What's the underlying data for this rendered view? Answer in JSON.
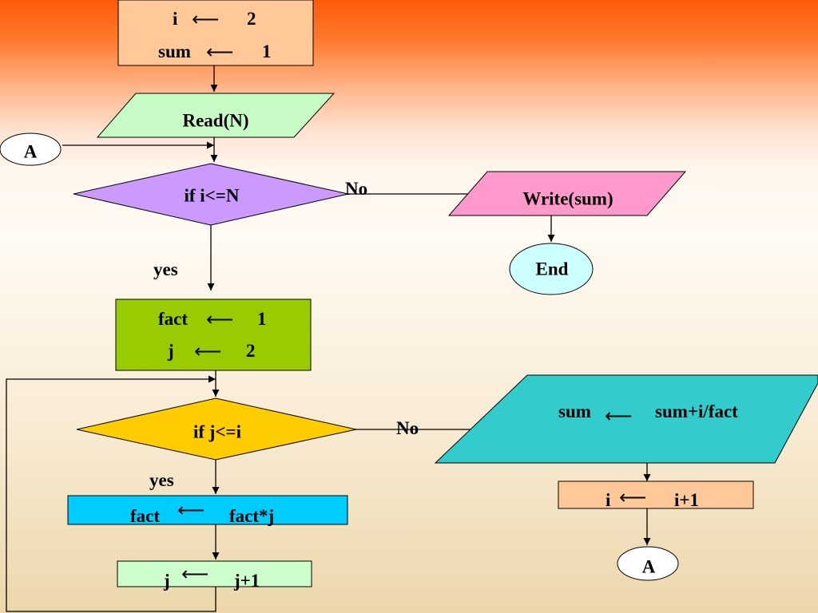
{
  "colors": {
    "init_box": "#ffc898",
    "read_input": "#c6fbc6",
    "cond_outer": "#cc99ff",
    "write_output": "#ff99cc",
    "end_terminal": "#ccffff",
    "fact_init_box": "#99cc00",
    "cond_inner": "#ffcc00",
    "fact_update_box": "#00ccff",
    "j_increment_box": "#ccffcc",
    "sum_update_box": "#33cccc",
    "i_increment_box": "#ffc898",
    "connector": "#ffffff",
    "line": "#000000"
  },
  "init": {
    "line1_var": "i",
    "line1_val": "2",
    "line2_var": "sum",
    "line2_val": "1"
  },
  "read": {
    "label": "Read(N)"
  },
  "connector_in": {
    "label": "A"
  },
  "cond_outer": {
    "label": "if  i<=N",
    "no_label": "No",
    "yes_label": "yes"
  },
  "write": {
    "label": "Write(sum)"
  },
  "end": {
    "label": "End"
  },
  "fact_init": {
    "line1_var": "fact",
    "line1_val": "1",
    "line2_var": "j",
    "line2_val": "2"
  },
  "cond_inner": {
    "label": "if  j<=i",
    "no_label": "No",
    "yes_label": "yes"
  },
  "fact_update": {
    "var": "fact",
    "expr": "fact*j"
  },
  "j_increment": {
    "var": "j",
    "expr": "j+1"
  },
  "sum_update": {
    "var": "sum",
    "expr": "sum+i/fact"
  },
  "i_increment": {
    "var": "i",
    "expr": "i+1"
  },
  "connector_out": {
    "label": "A"
  },
  "assign_arrow": "⟵"
}
